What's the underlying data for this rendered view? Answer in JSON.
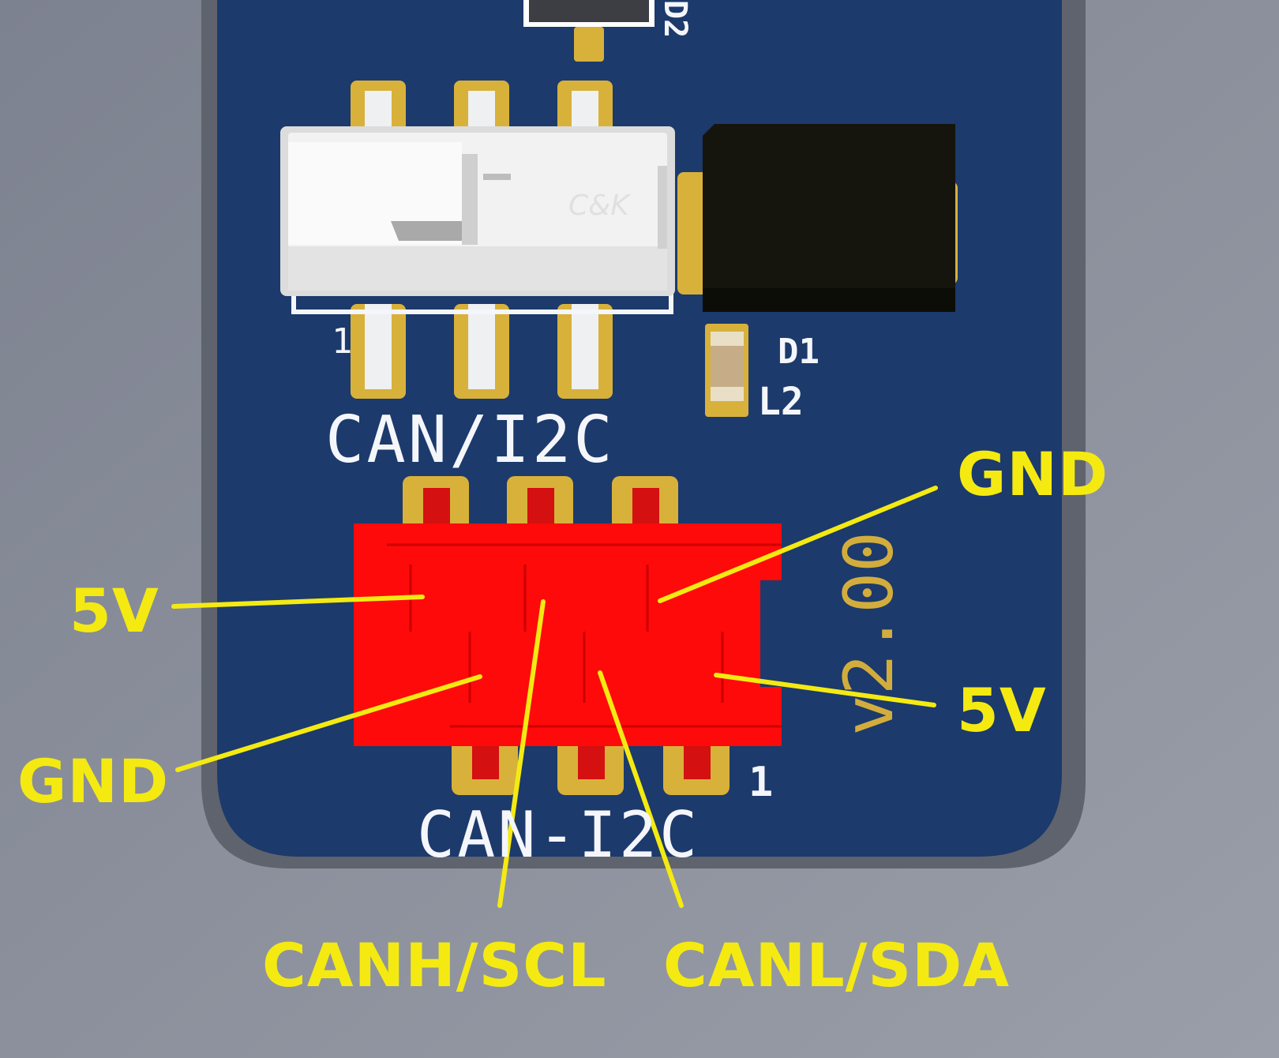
{
  "colors": {
    "background": "#8a8f9a",
    "board": "#1c3a6b",
    "board_edge": "#61656f",
    "pad_gold": "#d8b13b",
    "silkscreen": "#f4f6fb",
    "connector_red": "#fe0a0a",
    "switch_white": "#f2f2f2",
    "inductor_black": "#15140d",
    "callout_yellow": "#f4ea12",
    "version_gold": "#d3ad3c"
  },
  "board": {
    "silkscreen": {
      "switch_label": "CAN/I2C",
      "connector_label": "CAN-I2C",
      "inductor_ref": "D1",
      "diode_ref": "L2",
      "top_ref_partial": "D2",
      "version": "v2.00",
      "pin1_mark_switch": "1",
      "pin1_mark_connector": "1",
      "switch_logo": "C&K"
    }
  },
  "callouts": {
    "top_right_gnd": "GND",
    "left_5v": "5V",
    "left_gnd": "GND",
    "right_5v": "5V",
    "bottom_canh_scl": "CANH/SCL",
    "bottom_canl_sda": "CANL/SDA"
  }
}
